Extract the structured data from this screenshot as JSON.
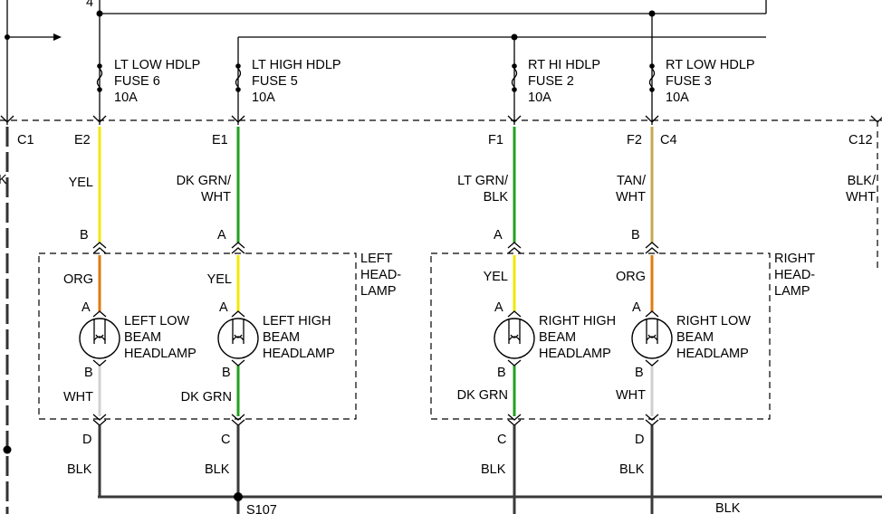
{
  "top_label": "4",
  "fuses": [
    {
      "line1": "LT LOW HDLP",
      "line2": "FUSE 6",
      "line3": "10A"
    },
    {
      "line1": "LT HIGH HDLP",
      "line2": "FUSE 5",
      "line3": "10A"
    },
    {
      "line1": "RT HI HDLP",
      "line2": "FUSE 2",
      "line3": "10A"
    },
    {
      "line1": "RT LOW HDLP",
      "line2": "FUSE 3",
      "line3": "10A"
    }
  ],
  "connectors": {
    "c1": "C1",
    "e2": "E2",
    "e1": "E1",
    "f1": "F1",
    "f2": "F2",
    "c4": "C4",
    "c12": "C12"
  },
  "upper_wires": [
    {
      "line1": "YEL",
      "line2": ""
    },
    {
      "line1": "DK GRN/",
      "line2": "WHT"
    },
    {
      "line1": "LT GRN/",
      "line2": "BLK"
    },
    {
      "line1": "TAN/",
      "line2": "WHT"
    },
    {
      "line1": "BLK/",
      "line2": "WHT"
    }
  ],
  "pins": {
    "l_low_top": "B",
    "l_high_top": "A",
    "r_high_top": "A",
    "r_low_top": "B",
    "l_low_a": "A",
    "l_high_a": "A",
    "r_high_a": "A",
    "r_low_a": "A",
    "l_low_b": "B",
    "l_high_b": "B",
    "r_high_b": "B",
    "r_low_b": "B",
    "l_low_bot": "D",
    "l_high_bot": "C",
    "r_high_bot": "C",
    "r_low_bot": "D"
  },
  "inner_wires": {
    "l_low_top": "ORG",
    "l_high_top": "YEL",
    "r_high_top": "YEL",
    "r_low_top": "ORG",
    "l_low_bot": "WHT",
    "l_high_bot": "DK GRN",
    "r_high_bot": "DK GRN",
    "r_low_bot": "WHT"
  },
  "lamps": [
    {
      "line1": "LEFT LOW",
      "line2": "BEAM",
      "line3": "HEADLAMP"
    },
    {
      "line1": "LEFT HIGH",
      "line2": "BEAM",
      "line3": "HEADLAMP"
    },
    {
      "line1": "RIGHT HIGH",
      "line2": "BEAM",
      "line3": "HEADLAMP"
    },
    {
      "line1": "RIGHT LOW",
      "line2": "BEAM",
      "line3": "HEADLAMP"
    }
  ],
  "assemblies": [
    {
      "line1": "LEFT",
      "line2": "HEAD-",
      "line3": "LAMP"
    },
    {
      "line1": "RIGHT",
      "line2": "HEAD-",
      "line3": "LAMP"
    }
  ],
  "ground_wires": [
    "BLK",
    "BLK",
    "BLK",
    "BLK",
    "BLK"
  ],
  "splice": "S107",
  "wire_colors": {
    "yel": "#f0e800",
    "org": "#e07a10",
    "grn": "#22a022",
    "tan": "#c8a850",
    "wht": "#d0d0d0",
    "blk": "#333333"
  }
}
